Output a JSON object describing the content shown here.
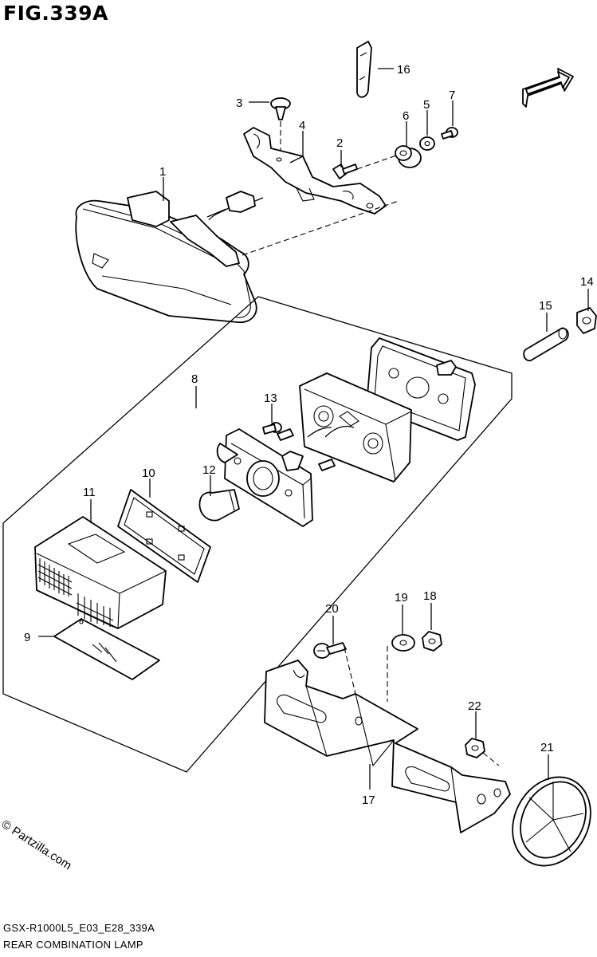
{
  "figure": {
    "title": "FIG.339A",
    "model_code": "GSX-R1000L5_E03_E28_339A",
    "name": "REAR COMBINATION LAMP",
    "watermark": "© Partzilla.com",
    "fwd_label": "FWD"
  },
  "callouts": [
    "1",
    "2",
    "3",
    "4",
    "5",
    "6",
    "7",
    "8",
    "9",
    "10",
    "11",
    "12",
    "13",
    "14",
    "15",
    "16",
    "17",
    "18",
    "19",
    "20",
    "21",
    "22"
  ]
}
